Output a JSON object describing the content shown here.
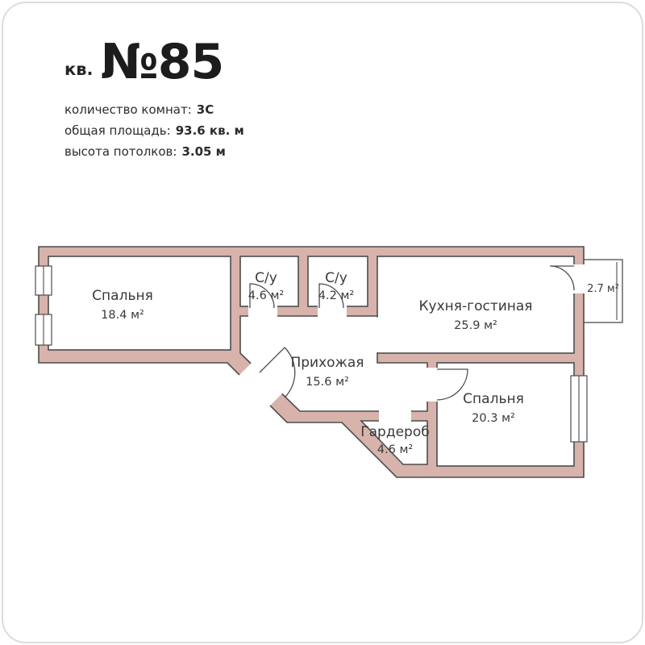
{
  "header": {
    "apt_label": "кв.",
    "apt_number": "№85",
    "details": [
      {
        "label": "количество комнат:",
        "value": "3С"
      },
      {
        "label": "общая площадь:",
        "value": "93.6 кв. м"
      },
      {
        "label": "высота потолков:",
        "value": "3.05 м"
      }
    ]
  },
  "floorplan": {
    "colors": {
      "wall": "#d7b3ab",
      "outline": "#4d4d4d",
      "text": "#3a3a3a",
      "border": "#dcdcdc"
    },
    "rooms": [
      {
        "id": "bedroom-1",
        "name": "Спальня",
        "area": "18.4 м²"
      },
      {
        "id": "bathroom-1",
        "name": "С/у",
        "area": "4.6 м²"
      },
      {
        "id": "bathroom-2",
        "name": "С/у",
        "area": "4.2 м²"
      },
      {
        "id": "kitchen-living",
        "name": "Кухня-гостиная",
        "area": "25.9 м²"
      },
      {
        "id": "hallway",
        "name": "Прихожая",
        "area": "15.6 м²"
      },
      {
        "id": "bedroom-2",
        "name": "Спальня",
        "area": "20.3 м²"
      },
      {
        "id": "wardrobe",
        "name": "Гардероб",
        "area": "4.6 м²"
      },
      {
        "id": "balcony",
        "name": "",
        "area": "2.7 м²"
      }
    ]
  }
}
